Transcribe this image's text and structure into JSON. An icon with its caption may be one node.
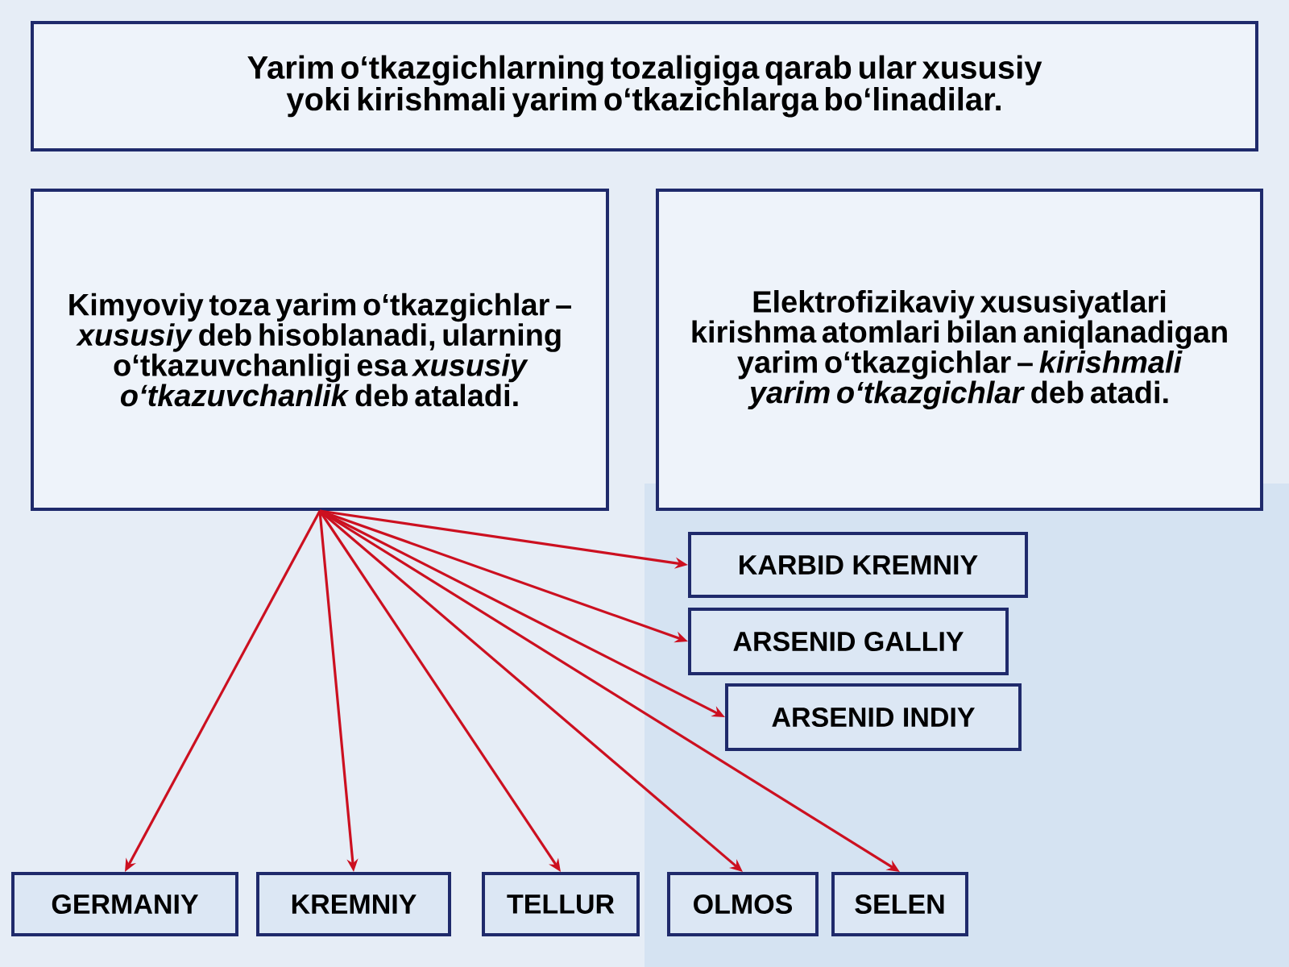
{
  "diagram": {
    "nodes": [
      {
        "text": [
          "Yarim o‘tkazgichlarning tozaligiga qarab ular xususiy yoki kirishmali yarim o‘tkazichlarga bo‘linadilar."
        ]
      },
      {
        "text": [
          "Kimyoviy toza yarim o‘tkazgichlar – *xususiy* deb hisoblanadi, ularning o‘tkazuvchanligi esa *xususiy o‘tkazuvchanlik* deb ataladi."
        ]
      },
      {
        "text": [
          "Elektrofizikaviy xususiyatlari kirishma atomlari bilan aniqlanadigan yarim o‘tkazgichlar – *kirishmali yarim o‘tkazgichlar* deb atadi."
        ]
      },
      {
        "text": [
          "KARBID KREMNIY"
        ]
      },
      {
        "text": [
          "ARSENID GALLIY"
        ]
      },
      {
        "text": [
          "ARSENID INDIY"
        ]
      },
      {
        "text": [
          "GERMANIY"
        ]
      },
      {
        "text": [
          "KREMNIY"
        ]
      },
      {
        "text": [
          "TELLUR"
        ]
      },
      {
        "text": [
          "OLMOS"
        ]
      },
      {
        "text": [
          "SELEN"
        ]
      }
    ],
    "edges": [
      {
        "from": 1,
        "to": 3,
        "arrow": "to"
      },
      {
        "from": 1,
        "to": 4,
        "arrow": "to"
      },
      {
        "from": 1,
        "to": 5,
        "arrow": "to"
      },
      {
        "from": 1,
        "to": 6,
        "arrow": "to"
      },
      {
        "from": 1,
        "to": 7,
        "arrow": "to"
      },
      {
        "from": 1,
        "to": 8,
        "arrow": "to"
      },
      {
        "from": 1,
        "to": 9,
        "arrow": "to"
      },
      {
        "from": 1,
        "to": 10,
        "arrow": "to"
      }
    ]
  }
}
